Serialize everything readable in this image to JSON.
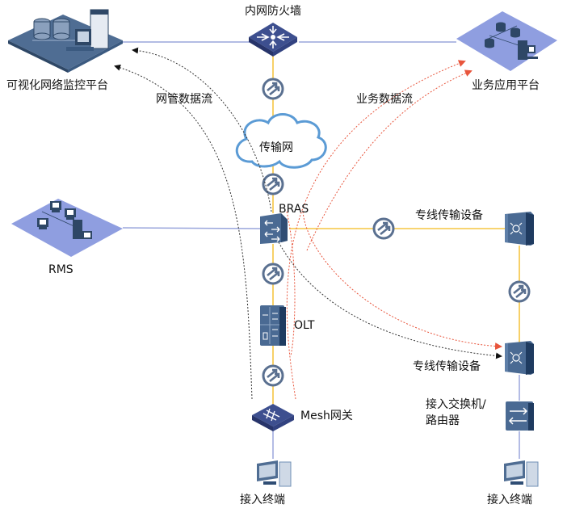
{
  "diagram_title": "",
  "colors": {
    "device_dark": "#2f4d74",
    "device_mid": "#4a6a93",
    "device_light": "#6f8fb5",
    "firewall_top": "#3d4f8f",
    "platform_blue": "#8f9ee0",
    "trunk_line": "#f5c542",
    "blue_line": "#9aa6dc",
    "mgmt_flow": "#333333",
    "service_flow": "#e8553c",
    "cloud_stroke": "#5b9bd5",
    "link_icon": "#5a7090"
  },
  "nodes": {
    "monitor_platform": {
      "label": "可视化网络监控平台",
      "icon": "server-cluster-platform"
    },
    "firewall": {
      "label": "内网防火墙",
      "icon": "firewall"
    },
    "service_platform": {
      "label": "业务应用平台",
      "icon": "app-server-platform"
    },
    "transport_net": {
      "label": "传输网",
      "icon": "cloud"
    },
    "bras": {
      "label": "BRAS",
      "icon": "router"
    },
    "rms": {
      "label": "RMS",
      "icon": "workstation-network"
    },
    "leased_line_top": {
      "label": "专线传输设备",
      "icon": "transmission-device"
    },
    "leased_line_bottom": {
      "label": "专线传输设备",
      "icon": "transmission-device"
    },
    "olt": {
      "label": "OLT",
      "icon": "olt"
    },
    "mesh_gateway": {
      "label": "Mesh网关",
      "icon": "gateway"
    },
    "access_switch": {
      "label_line1": "接入交换机/",
      "label_line2": "路由器",
      "icon": "switch"
    },
    "terminal_left": {
      "label": "接入终端",
      "icon": "pc"
    },
    "terminal_right": {
      "label": "接入终端",
      "icon": "pc"
    }
  },
  "flows": {
    "mgmt": {
      "label": "网管数据流",
      "style": "dotted-black"
    },
    "service": {
      "label": "业务数据流",
      "style": "dotted-red"
    }
  }
}
